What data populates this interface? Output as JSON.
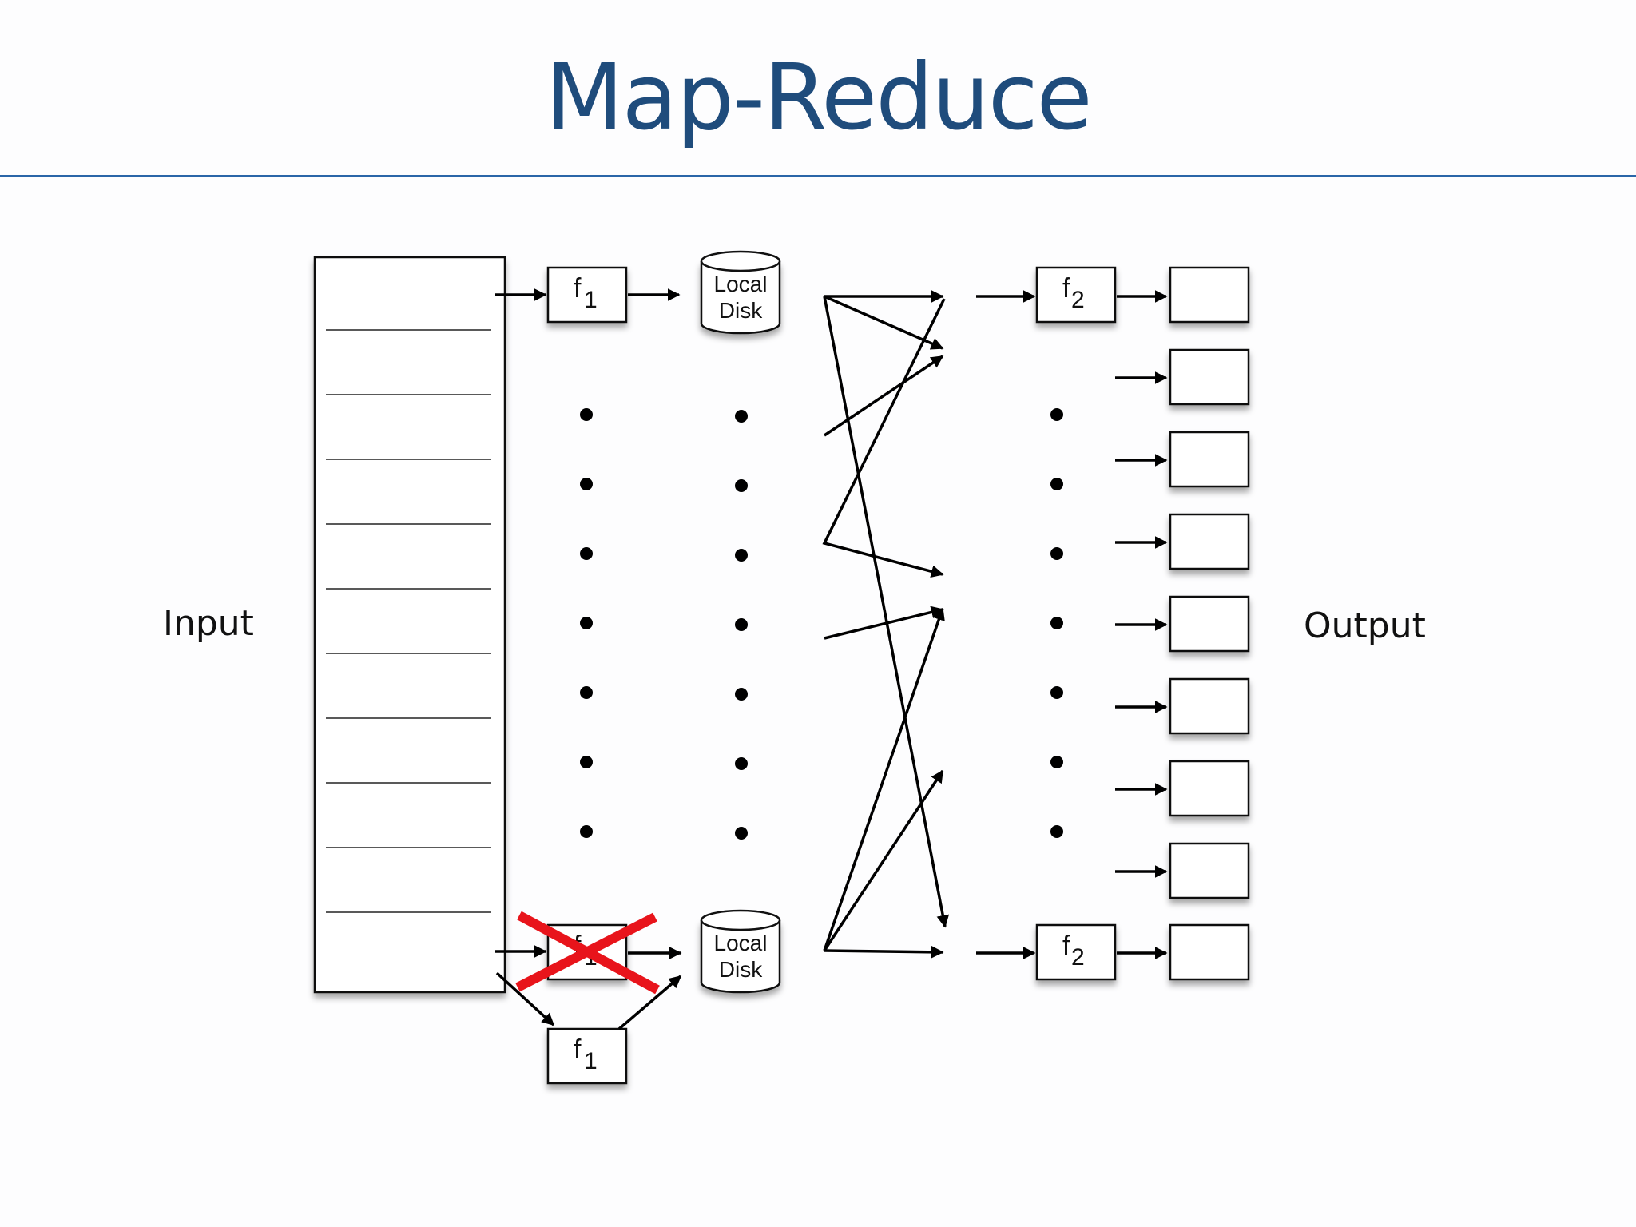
{
  "slide": {
    "title": "Map-Reduce"
  },
  "labels": {
    "input": "Input",
    "output": "Output"
  },
  "map_task": {
    "func": "f",
    "sub": "1"
  },
  "reduce_task": {
    "func": "f",
    "sub": "2"
  },
  "local_disk": {
    "line1": "Local",
    "line2": "Disk"
  },
  "failure_mark_color": "#e8141b",
  "text_color": "#111111",
  "title_color": "#1f4c7c"
}
